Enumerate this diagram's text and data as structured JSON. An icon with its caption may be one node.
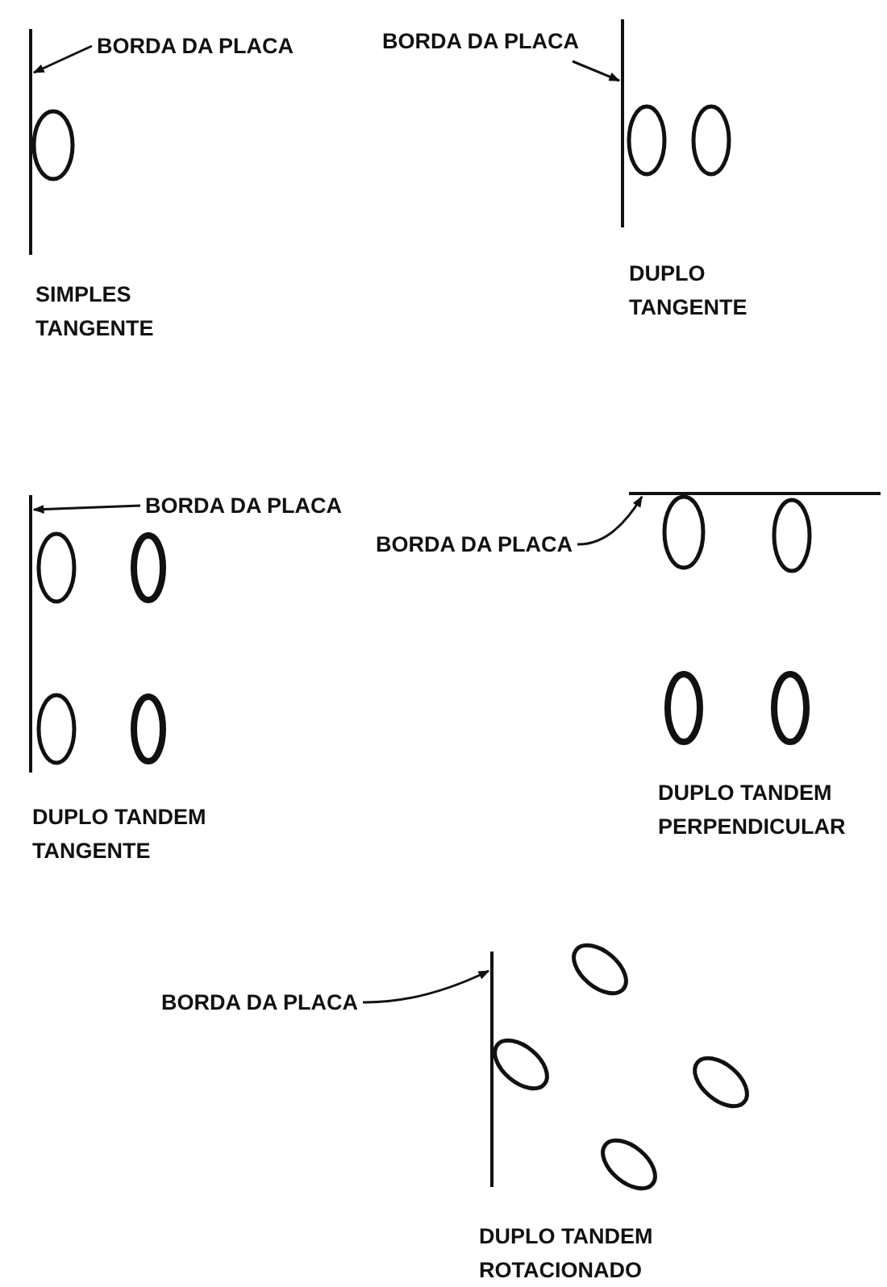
{
  "diagram": {
    "nodes": [
      {
        "text": [
          "BORDA DA PLACA"
        ]
      },
      {
        "text": [],
        "shape": "line"
      },
      {
        "text": [
          "BORDA DA PLACA"
        ]
      },
      {
        "text": [],
        "shape": "line"
      },
      {
        "text": [
          "BORDA DA PLACA"
        ]
      },
      {
        "text": [],
        "shape": "line"
      },
      {
        "text": [],
        "shape": "line"
      },
      {
        "text": [
          "BORDA DA PLACA"
        ]
      },
      {
        "text": [
          "BORDA DA PLACA"
        ]
      },
      {
        "text": [],
        "shape": "line"
      }
    ],
    "edges": [
      {
        "from": 0,
        "to": 1,
        "arrow": "to"
      },
      {
        "from": 2,
        "to": 3,
        "arrow": "to"
      },
      {
        "from": 4,
        "to": 5,
        "arrow": "to"
      },
      {
        "from": 7,
        "to": 6,
        "arrow": "to"
      },
      {
        "from": 8,
        "to": 9,
        "arrow": "to"
      }
    ],
    "labels": [
      "SIMPLES TANGENTE",
      "DUPLO TANGENTE",
      "DUPLO TANDEM TANGENTE",
      "DUPLO TANDEM PERPENDICULAR",
      "DUPLO TANDEM ROTACIONADO"
    ]
  }
}
